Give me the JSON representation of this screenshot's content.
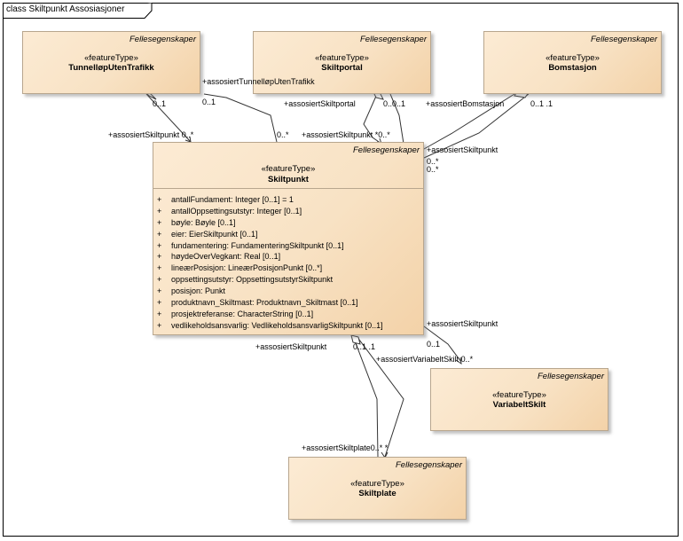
{
  "frame": {
    "title": "class Skiltpunkt Assosiasjoner"
  },
  "classes": {
    "tunnel": {
      "package": "Fellesegenskaper",
      "stereotype": "«featureType»",
      "name": "TunnelløpUtenTrafikk"
    },
    "portal": {
      "package": "Fellesegenskaper",
      "stereotype": "«featureType»",
      "name": "Skiltportal"
    },
    "bom": {
      "package": "Fellesegenskaper",
      "stereotype": "«featureType»",
      "name": "Bomstasjon"
    },
    "skiltpunkt": {
      "package": "Fellesegenskaper",
      "stereotype": "«featureType»",
      "name": "Skiltpunkt",
      "attributes": [
        {
          "visibility": "+",
          "text": "antallFundament: Integer [0..1] = 1"
        },
        {
          "visibility": "+",
          "text": "antallOppsettingsutstyr: Integer [0..1]"
        },
        {
          "visibility": "+",
          "text": "bøyle: Bøyle [0..1]"
        },
        {
          "visibility": "+",
          "text": "eier: EierSkiltpunkt [0..1]"
        },
        {
          "visibility": "+",
          "text": "fundamentering: FundamenteringSkiltpunkt [0..1]"
        },
        {
          "visibility": "+",
          "text": "høydeOverVegkant: Real [0..1]"
        },
        {
          "visibility": "+",
          "text": "lineærPosisjon: LineærPosisjonPunkt [0..*]"
        },
        {
          "visibility": "+",
          "text": "oppsettingsutstyr: OppsettingsutstyrSkiltpunkt"
        },
        {
          "visibility": "+",
          "text": "posisjon: Punkt"
        },
        {
          "visibility": "+",
          "text": "produktnavn_Skiltmast: Produktnavn_Skiltmast [0..1]"
        },
        {
          "visibility": "+",
          "text": "prosjektreferanse: CharacterString [0..1]"
        },
        {
          "visibility": "+",
          "text": "vedlikeholdsansvarlig: VedlikeholdsansvarligSkiltpunkt [0..1]"
        }
      ]
    },
    "variabelt": {
      "package": "Fellesegenskaper",
      "stereotype": "«featureType»",
      "name": "VariabeltSkilt"
    },
    "skiltplate": {
      "package": "Fellesegenskaper",
      "stereotype": "«featureType»",
      "name": "Skiltplate"
    }
  },
  "labels": {
    "tunnel_role": "+assosiertTunnelløpUtenTrafikk",
    "tunnel_m1": "0..1",
    "tunnel_m2": "0..1",
    "tunnel_sp_role": "+assosiertSkiltpunkt  0..*",
    "tunnel_sp_mult": "0..*",
    "portal_role": "+assosiertSkiltportal",
    "portal_mult": "0..0..1",
    "portal_sp_role": "+assosiertSkiltpunkt *0..*",
    "bom_role": "+assosiertBomstasjon",
    "bom_mult": "0..1 .1",
    "bom_sp_role": "+assosiertSkiltpunkt",
    "bom_sp_mult": "0..*",
    "bom_sp_mult2": "0..*",
    "var_sp_role": "+assosiertSkiltpunkt",
    "var_sp_mult": "0..1",
    "var_role": "+assosiertVariabeltSkilt  0..*",
    "plate_sp_role": "+assosiertSkiltpunkt",
    "plate_sp_mult": "0..1 .1",
    "plate_role": "+assosiertSkiltplate0..* *"
  }
}
